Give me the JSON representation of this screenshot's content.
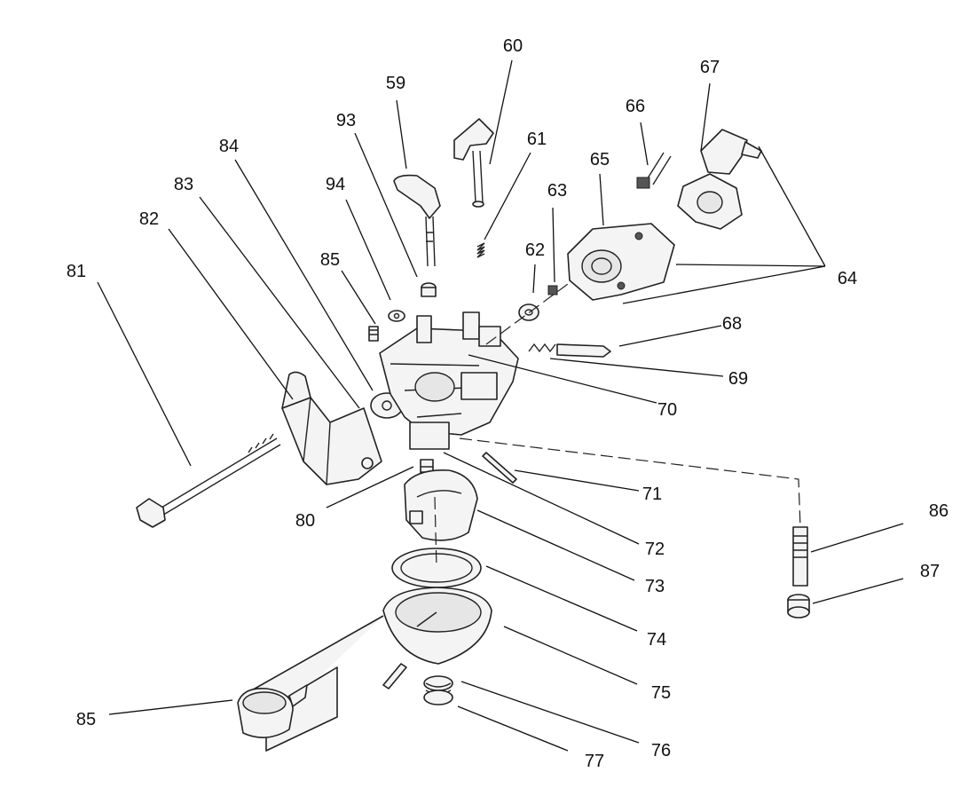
{
  "callouts": {
    "c59": "59",
    "c60": "60",
    "c61": "61",
    "c62": "62",
    "c63": "63",
    "c64": "64",
    "c65": "65",
    "c66": "66",
    "c67": "67",
    "c68": "68",
    "c69": "69",
    "c70": "70",
    "c71": "71",
    "c72": "72",
    "c73": "73",
    "c74": "74",
    "c75": "75",
    "c76": "76",
    "c77": "77",
    "c80": "80",
    "c81": "81",
    "c82": "82",
    "c83": "83",
    "c84": "84",
    "c85a": "85",
    "c85b": "85",
    "c86": "86",
    "c87": "87",
    "c93": "93",
    "c94": "94"
  }
}
